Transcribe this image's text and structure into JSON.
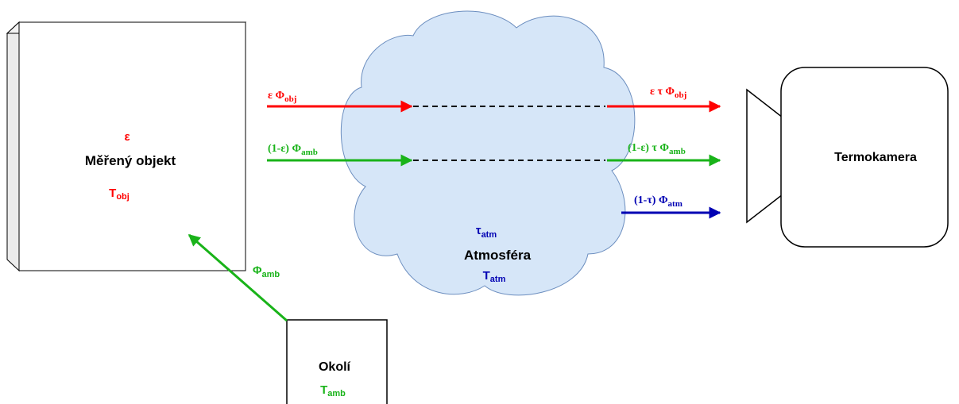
{
  "colors": {
    "red": "#ff0000",
    "green": "#19b319",
    "blue": "#0000b3",
    "cloud_fill": "#d6e6f8",
    "stroke": "#000000"
  },
  "object": {
    "epsilon": "ε",
    "title": "Měřený objekt",
    "temp_base": "T",
    "temp_sub": "obj"
  },
  "atmosphere": {
    "tau_base": "τ",
    "tau_sub": "atm",
    "title": "Atmosféra",
    "temp_base": "T",
    "temp_sub": "atm"
  },
  "camera": {
    "title": "Termokamera"
  },
  "surroundings": {
    "title": "Okolí",
    "temp_base": "T",
    "temp_sub": "amb"
  },
  "fluxes": {
    "in_obj": {
      "base": "ε Φ",
      "sub": "obj"
    },
    "out_obj": {
      "base": "ε τ Φ",
      "sub": "obj"
    },
    "in_amb": {
      "base": "(1-ε) Φ",
      "sub": "amb"
    },
    "out_amb": {
      "base": "(1-ε) τ Φ",
      "sub": "amb"
    },
    "out_atm": {
      "base": "(1-τ)  Φ",
      "sub": "atm"
    },
    "amb_to_obj": {
      "base": "Φ",
      "sub": "amb"
    }
  }
}
